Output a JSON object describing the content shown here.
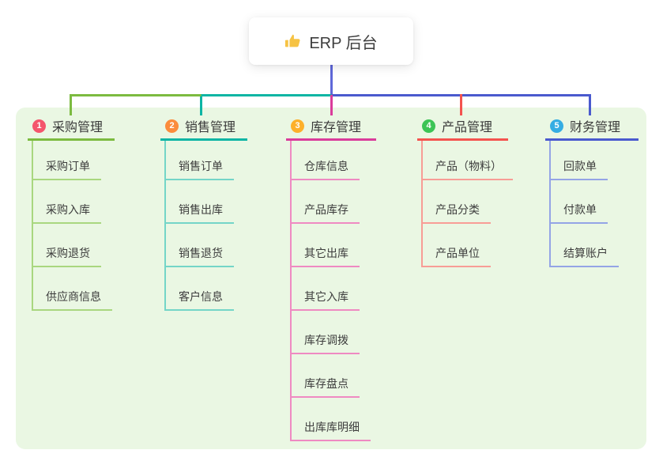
{
  "root": {
    "icon": "thumbs-up-icon",
    "label": "ERP 后台"
  },
  "connectors": {
    "root_line_color": "#5f68d9"
  },
  "canvas": {
    "background": "#ffffff",
    "panel_background": "#eaf7e3"
  },
  "branches": [
    {
      "badge": "1",
      "label": "采购管理",
      "color": "#7cbb40",
      "light_color": "#a9d77f",
      "badge_color": "#f4556c",
      "children": [
        "采购订单",
        "采购入库",
        "采购退货",
        "供应商信息"
      ]
    },
    {
      "badge": "2",
      "label": "销售管理",
      "color": "#0db5a4",
      "light_color": "#74d5c8",
      "badge_color": "#fb8c3c",
      "children": [
        "销售订单",
        "销售出库",
        "销售退货",
        "客户信息"
      ]
    },
    {
      "badge": "3",
      "label": "库存管理",
      "color": "#da3c9b",
      "light_color": "#ef8ac2",
      "badge_color": "#fdb02a",
      "children": [
        "仓库信息",
        "产品库存",
        "其它出库",
        "其它入库",
        "库存调拨",
        "库存盘点",
        "出库库明细"
      ]
    },
    {
      "badge": "4",
      "label": "产品管理",
      "color": "#f4534f",
      "light_color": "#f89d96",
      "badge_color": "#3cc455",
      "children": [
        "产品（物料）",
        "产品分类",
        "产品单位"
      ]
    },
    {
      "badge": "5",
      "label": "财务管理",
      "color": "#4a5ace",
      "light_color": "#94a4e6",
      "badge_color": "#35ade3",
      "children": [
        "回款单",
        "付款单",
        "结算账户"
      ]
    }
  ]
}
